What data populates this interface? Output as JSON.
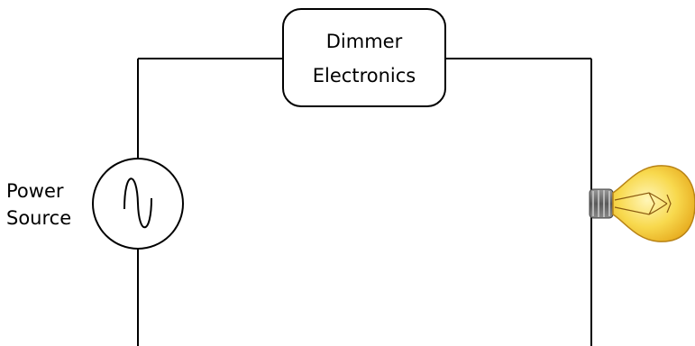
{
  "dimmer": {
    "line1": "Dimmer",
    "line2": "Electronics"
  },
  "power_source": {
    "line1": "Power",
    "line2": "Source",
    "symbol": "ac-sine-icon"
  },
  "lamp": {
    "icon": "light-bulb-icon",
    "glass_color": "#f7d64a",
    "glow_color": "#fff3a8",
    "base_color": "#6e6e6e"
  }
}
